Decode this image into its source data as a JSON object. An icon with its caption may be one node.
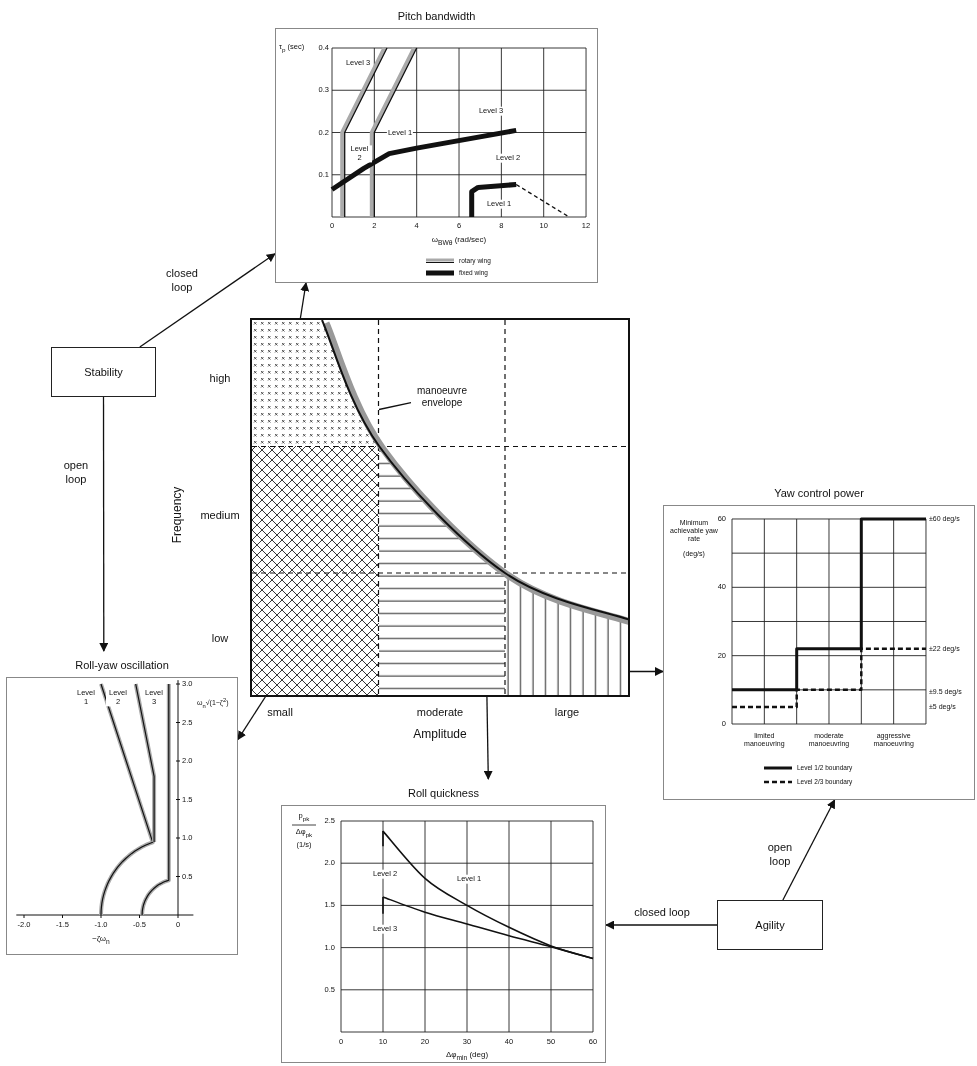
{
  "diagram": {
    "nodes": [
      {
        "text": [
          "Pitch bandwidth",
          "τ$_{p}$ (sec)",
          "0.4",
          "0.3",
          "0.2",
          "0.1",
          "Level 3",
          "Level 3",
          "Level 1",
          "Level 2",
          "Level 2",
          "Level 1",
          "0",
          "2",
          "4",
          "6",
          "8",
          "10",
          "12",
          "ω$_{BWθ}$ (rad/sec)"
        ]
      },
      {
        "text": [
          "Stability"
        ]
      },
      {
        "text": [],
        "shape": "box"
      },
      {
        "text": [
          "manoeuvre envelope"
        ],
        "in": 2
      },
      {
        "text": [],
        "shape": "area",
        "in": 2
      },
      {
        "text": [],
        "shape": "area",
        "in": 2
      },
      {
        "text": [],
        "shape": "area",
        "in": 2
      },
      {
        "text": [],
        "shape": "area",
        "in": 2
      },
      {
        "text": [
          "Yaw control power",
          "Minimum achievable yaw rate",
          "(deg/s)",
          "60",
          "40",
          "20",
          "0",
          "±60 deg/s",
          "±22 deg/s",
          "±9.5 deg/s",
          "±5 deg/s",
          "limited manoeuvring",
          "moderate manoeuvring",
          "aggressive manoeuvring"
        ]
      },
      {
        "text": [
          "Roll-yaw oscillation",
          "Level 1",
          "Level 2",
          "Level 3",
          "3.0",
          "ω$_{n}$√(1−ζ$^{2}$)",
          "2.5",
          "2.0",
          "1.5",
          "1.0",
          "0.5",
          "-2.0",
          "-1.5",
          "-1.0",
          "-0.5",
          "0",
          "−ζω$_{n}$"
        ]
      },
      {
        "text": [
          "Roll quickness",
          "p$_{pk}$",
          "Δφ$_{pk}$",
          "(1/s)",
          "2.5",
          "2.0",
          "1.5",
          "1.0",
          "0.5",
          "Level 2",
          "Level 1",
          "Level 3",
          "0",
          "10",
          "20",
          "30",
          "40",
          "50",
          "60",
          "Δφ$_{min}$ (deg)"
        ]
      },
      {
        "text": [
          "Agility"
        ]
      }
    ],
    "edges": [
      {
        "from": 1,
        "to": 0,
        "arrow": "to",
        "label": "closed loop"
      },
      {
        "from": 1,
        "to": 9,
        "arrow": "to",
        "label": "open loop"
      },
      {
        "from": 4,
        "to": 0,
        "arrow": "to"
      },
      {
        "from": 5,
        "to": 9,
        "arrow": "to"
      },
      {
        "from": 6,
        "to": 10,
        "arrow": "to"
      },
      {
        "from": 7,
        "to": 8,
        "arrow": "to"
      },
      {
        "from": 11,
        "to": 8,
        "arrow": "to",
        "label": "open loop"
      },
      {
        "from": 11,
        "to": 10,
        "arrow": "to",
        "label": "closed loop"
      },
      {
        "from": 3,
        "to": 4,
        "arrow": "none"
      }
    ],
    "labels": [
      "high",
      "medium",
      "low",
      "Frequency",
      "small",
      "moderate",
      "large",
      "Amplitude"
    ],
    "legend": [
      {
        "text": "rotary wing"
      },
      {
        "text": "fixed wing"
      },
      {
        "text": "Level 1/2 boundary"
      },
      {
        "text": "Level 2/3 boundary"
      }
    ]
  }
}
